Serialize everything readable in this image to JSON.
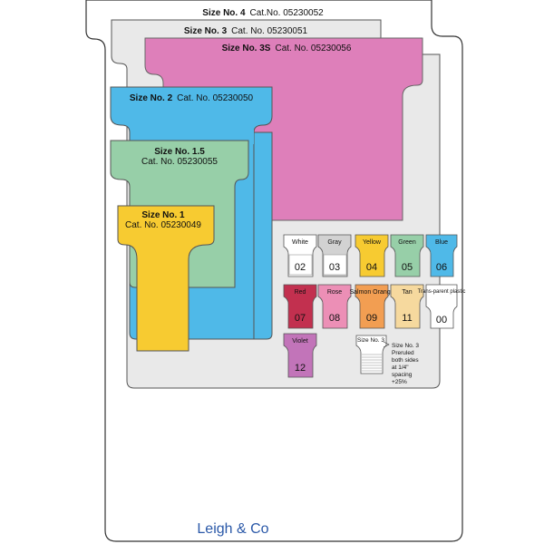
{
  "cards": [
    {
      "size": "Size No. 4",
      "cat": "Cat.No. 05230052",
      "color": "#ffffff"
    },
    {
      "size": "Size No. 3",
      "cat": "Cat. No. 05230051",
      "color": "#e9e9e9"
    },
    {
      "size": "Size No. 3S",
      "cat": "Cat. No. 05230056",
      "color": "#de7fba"
    },
    {
      "size": "Size No. 2",
      "cat": "Cat. No. 05230050",
      "color": "#4fb9e8"
    },
    {
      "size": "Size No. 1.5",
      "cat": "Cat. No. 05230055",
      "color": "#97cfa8"
    },
    {
      "size": "Size No. 1",
      "cat": "Cat. No. 05230049",
      "color": "#f7cb31"
    }
  ],
  "swatches": [
    {
      "name": "White",
      "num": "02",
      "color": "#ffffff"
    },
    {
      "name": "Gray",
      "num": "03",
      "color": "#d2d2d2"
    },
    {
      "name": "Yellow",
      "num": "04",
      "color": "#f7cb31"
    },
    {
      "name": "Green",
      "num": "05",
      "color": "#97cfa8"
    },
    {
      "name": "Blue",
      "num": "06",
      "color": "#4fb9e8"
    },
    {
      "name": "Red",
      "num": "07",
      "color": "#c2304f"
    },
    {
      "name": "Rose",
      "num": "08",
      "color": "#ec8fb6"
    },
    {
      "name": "Salmon Orange",
      "num": "09",
      "color": "#f29e52"
    },
    {
      "name": "Tan",
      "num": "11",
      "color": "#f6d99e"
    },
    {
      "name": "Trans-parent plastic",
      "num": "00",
      "color": "#ffffff"
    },
    {
      "name": "Violet",
      "num": "12",
      "color": "#c274b9"
    }
  ],
  "preruled": {
    "label": "Size No. 3",
    "note": [
      "Size No. 3",
      "Preruled",
      "both sides",
      "at 1/4\"",
      "spacing",
      "+25%"
    ]
  },
  "brand": "Leigh & Co"
}
